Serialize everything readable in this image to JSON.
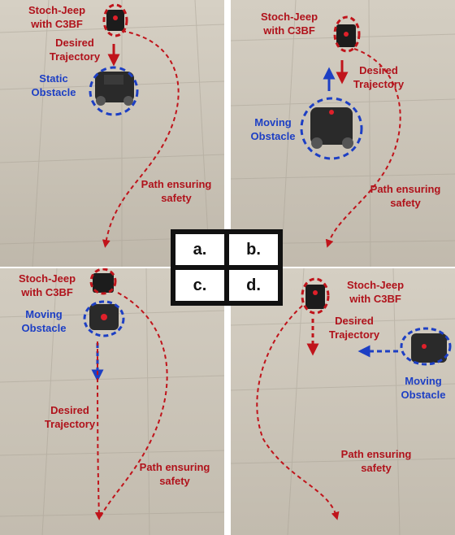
{
  "panels": {
    "a": {
      "robot_label": [
        "Stoch-Jeep",
        "with C3BF"
      ],
      "desired_label": [
        "Desired",
        "Trajectory"
      ],
      "obstacle_label": [
        "Static",
        "Obstacle"
      ],
      "path_label": [
        "Path ensuring",
        "safety"
      ]
    },
    "b": {
      "robot_label": [
        "Stoch-Jeep",
        "with C3BF"
      ],
      "desired_label": [
        "Desired",
        "Trajectory"
      ],
      "obstacle_label": [
        "Moving",
        "Obstacle"
      ],
      "path_label": [
        "Path ensuring",
        "safety"
      ]
    },
    "c": {
      "robot_label": [
        "Stoch-Jeep",
        "with C3BF"
      ],
      "obstacle_label": [
        "Moving",
        "Obstacle"
      ],
      "desired_label": [
        "Desired",
        "Trajectory"
      ],
      "path_label": [
        "Path ensuring",
        "safety"
      ]
    },
    "d": {
      "robot_label": [
        "Stoch-Jeep",
        "with C3BF"
      ],
      "desired_label": [
        "Desired",
        "Trajectory"
      ],
      "obstacle_label": [
        "Moving",
        "Obstacle"
      ],
      "path_label": [
        "Path ensuring",
        "safety"
      ]
    }
  },
  "legend": {
    "cells": [
      "a.",
      "b.",
      "c.",
      "d."
    ]
  },
  "colors": {
    "trajectory": "#c0141b",
    "obstacle": "#1d3fc4",
    "floor": "#c9c2b5"
  }
}
